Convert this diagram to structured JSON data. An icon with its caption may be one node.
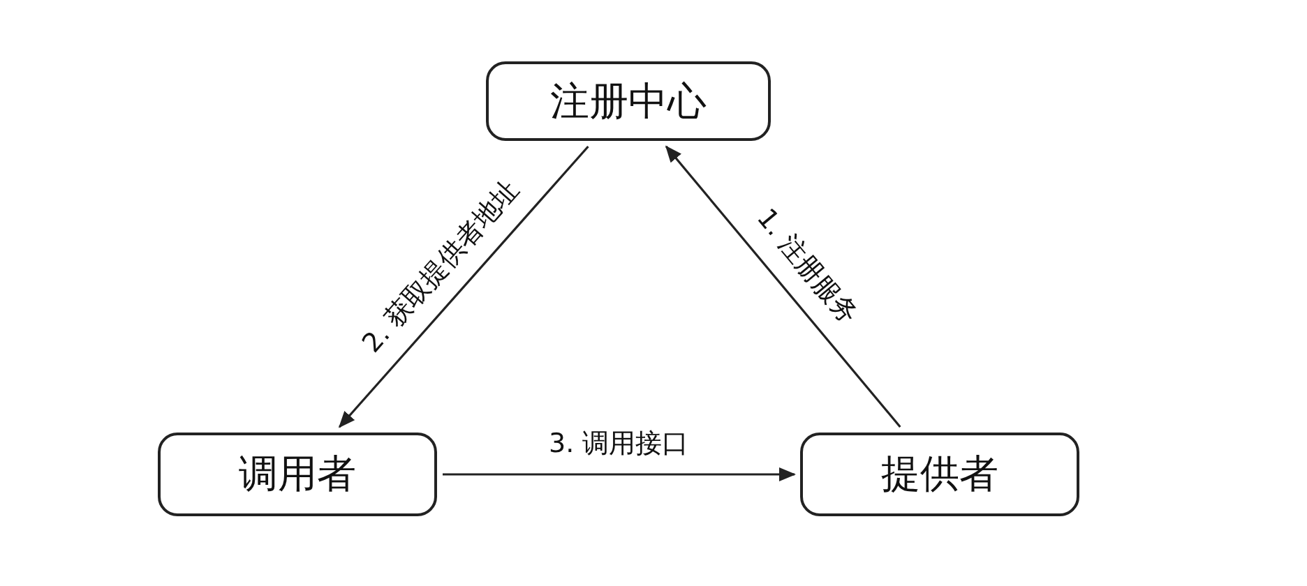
{
  "diagram": {
    "nodes": [
      {
        "text": [
          "注册中心"
        ]
      },
      {
        "text": [
          "调用者"
        ]
      },
      {
        "text": [
          "提供者"
        ]
      }
    ],
    "edges": [
      {
        "from": 2,
        "to": 0,
        "arrow": "to",
        "label": "1. 注册服务"
      },
      {
        "from": 0,
        "to": 1,
        "arrow": "to",
        "label": "2. 获取提供者地址"
      },
      {
        "from": 1,
        "to": 2,
        "arrow": "to",
        "label": "3. 调用接口"
      }
    ]
  }
}
